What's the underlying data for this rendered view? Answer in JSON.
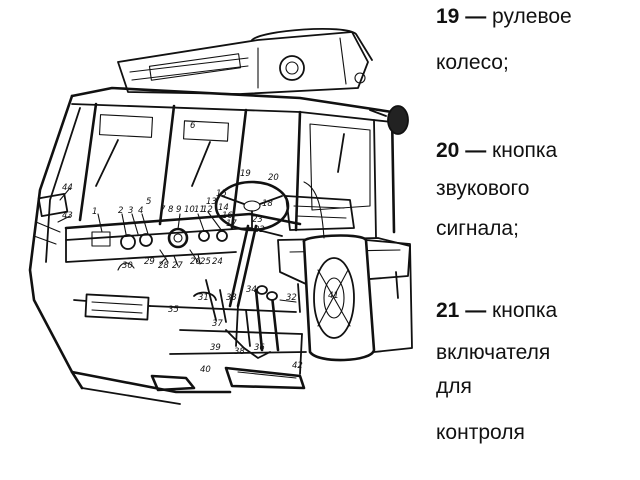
{
  "legend": {
    "items": [
      {
        "number": "19",
        "dash": "—",
        "lines": [
          "рулевое",
          "колесо;"
        ]
      },
      {
        "number": "20",
        "dash": "—",
        "lines": [
          "кнопка",
          "звукового",
          "сигнала;"
        ]
      },
      {
        "number": "21",
        "dash": "—",
        "lines": [
          "кнопка",
          "включателя",
          "для",
          "контроля"
        ]
      }
    ]
  },
  "diagram": {
    "callouts": [
      "1",
      "2",
      "3",
      "4",
      "5",
      "6",
      "7",
      "8",
      "9",
      "10",
      "11",
      "12",
      "13",
      "14",
      "15",
      "16",
      "17",
      "18",
      "19",
      "20",
      "22",
      "23",
      "24",
      "25",
      "26",
      "27",
      "28",
      "29",
      "30",
      "31",
      "32",
      "33",
      "34",
      "35",
      "36",
      "37",
      "38",
      "39",
      "40",
      "41",
      "42",
      "43",
      "44"
    ]
  }
}
